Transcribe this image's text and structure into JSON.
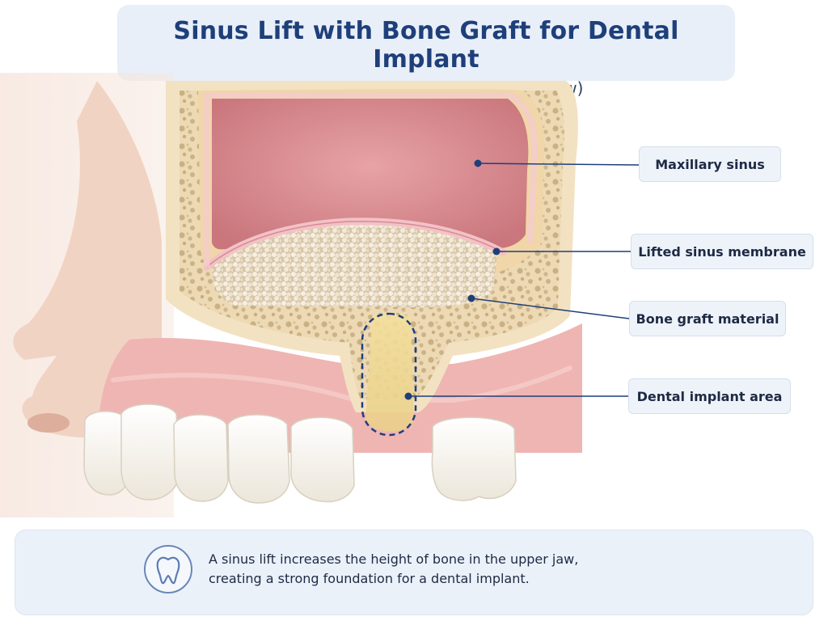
{
  "header": {
    "title": "Sinus Lift with Bone Graft for Dental Implant",
    "subtitle": "Side View (Cross-Section of Upper Jaw)"
  },
  "labels": {
    "maxillary_sinus": "Maxillary sinus",
    "lifted_membrane": "Lifted sinus membrane",
    "bone_graft": "Bone graft material",
    "implant_area": "Dental implant area"
  },
  "caption": {
    "line1": "A sinus lift increases the height of bone in the upper jaw,",
    "line2": "creating a strong foundation for a dental implant."
  },
  "icons": {
    "caption_icon": "tooth-icon"
  },
  "colors": {
    "title": "#1f3f7a",
    "pointer": "#1f3f7a",
    "bone": "#eedcb8",
    "sinus": "#d98a8f",
    "membrane": "#f2c3c6",
    "graft": "#f0e6d4",
    "gum": "#eeb0b0",
    "tooth": "#f7f4ee"
  }
}
